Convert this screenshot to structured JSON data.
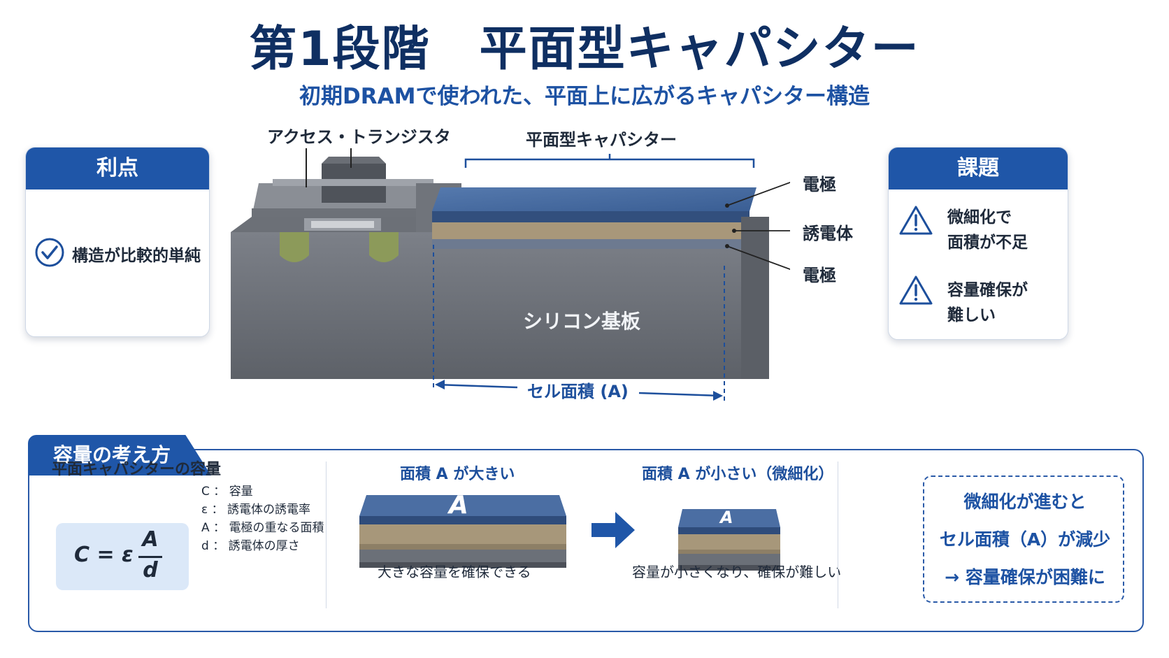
{
  "header": {
    "title": "第1段階　平面型キャパシター",
    "subtitle": "初期DRAMで使われた、平面上に広がるキャパシター構造"
  },
  "advantages": {
    "heading": "利点",
    "items": [
      "構造が比較的単純"
    ]
  },
  "issues": {
    "heading": "課題",
    "items": [
      {
        "line1": "微細化で",
        "line2": "面積が不足"
      },
      {
        "line1": "容量確保が",
        "line2": "難しい"
      }
    ]
  },
  "diagram": {
    "transistor_label": "アクセス・トランジスタ",
    "capacitor_label": "平面型キャパシター",
    "top_electrode": "電極",
    "dielectric": "誘電体",
    "bottom_electrode": "電極",
    "substrate": "シリコン基板",
    "cell_area": "セル面積 (A)"
  },
  "capacity": {
    "tab": "容量の考え方",
    "heading": "平面キャパシターの容量",
    "formula": {
      "lhs": "C = ε",
      "num": "A",
      "den": "d"
    },
    "legend": [
      {
        "sym": "C",
        "desc": "容量"
      },
      {
        "sym": "ε",
        "desc": "誘電体の誘電率"
      },
      {
        "sym": "A",
        "desc": "電極の重なる面積"
      },
      {
        "sym": "d",
        "desc": "誘電体の厚さ"
      }
    ],
    "large": {
      "title": "面積 A が大きい",
      "mark": "A",
      "caption": "大きな容量を確保できる"
    },
    "small": {
      "title": "面積 A が小さい（微細化）",
      "mark": "A",
      "caption": "容量が小さくなり、確保が難しい"
    },
    "note": [
      "微細化が進むと",
      "セル面積（A）が減少",
      "→ 容量確保が困難に"
    ]
  }
}
